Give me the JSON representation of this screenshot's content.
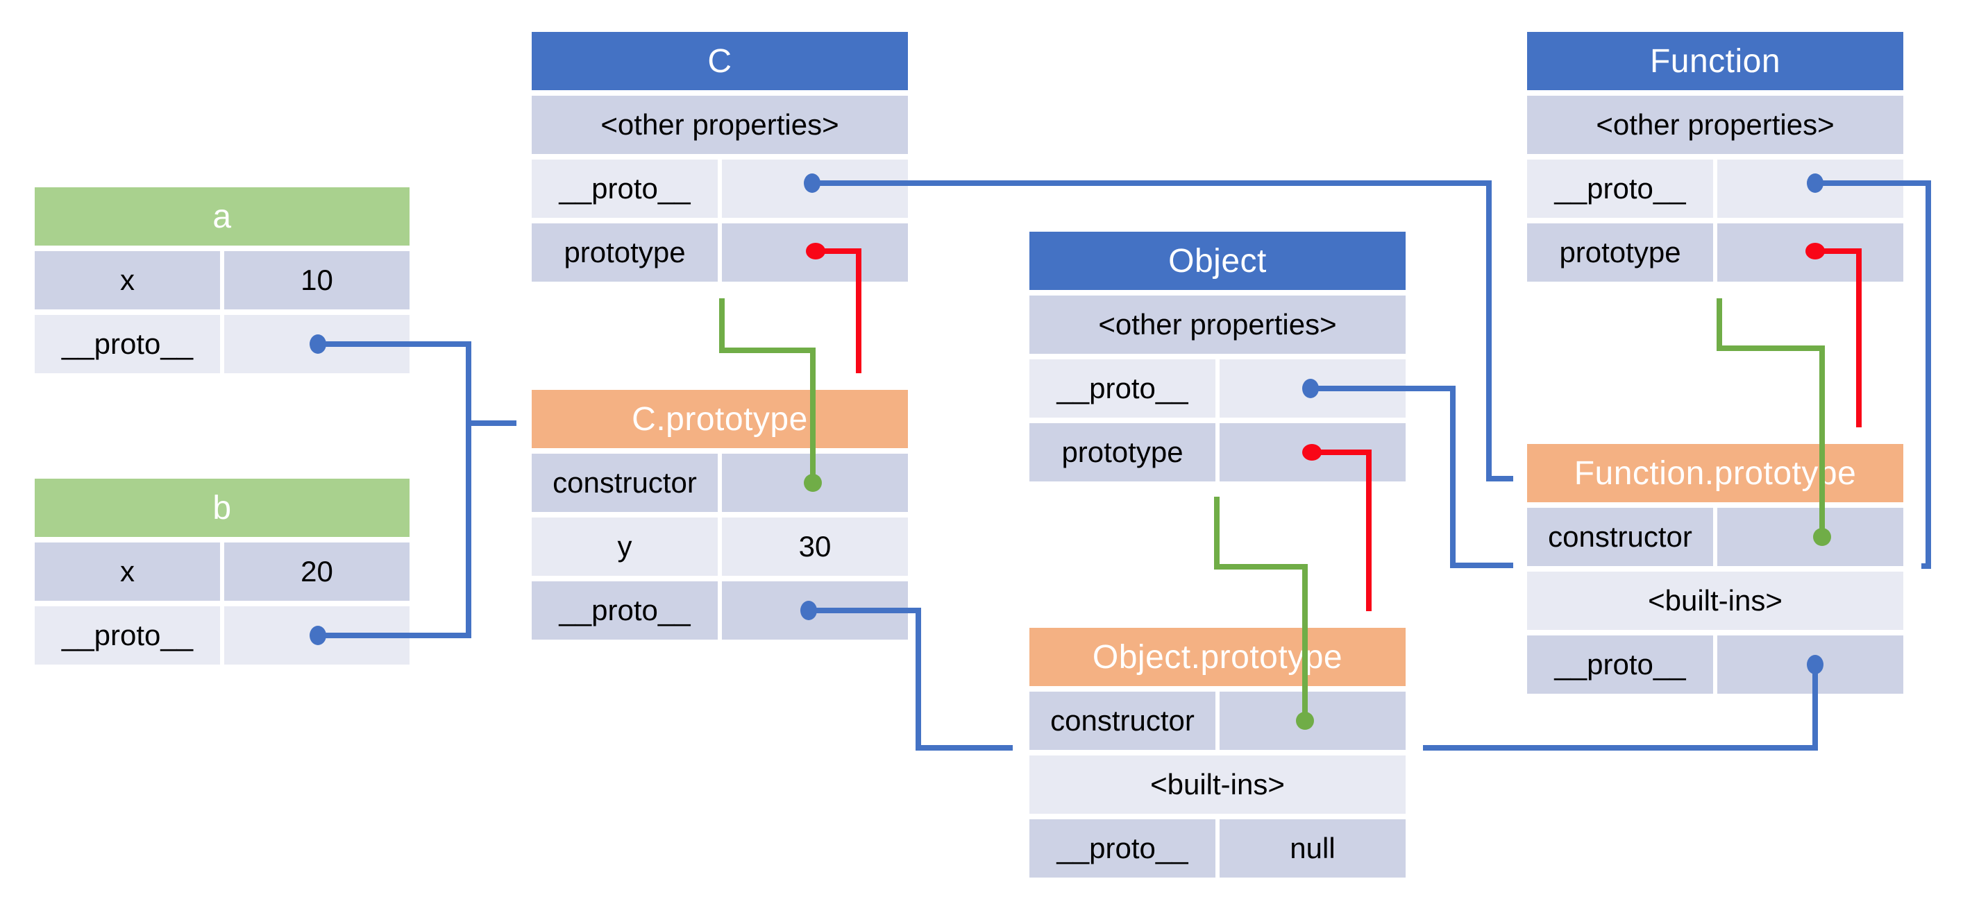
{
  "colors": {
    "header_blue": "#4472C4",
    "header_green": "#A9D18E",
    "header_orange": "#F4B183",
    "row_dark": "#CDD2E5",
    "row_light": "#E8EAF3",
    "arrow_blue": "#4472C4",
    "arrow_red": "#F90617",
    "arrow_green": "#70AD47"
  },
  "tables": {
    "a": {
      "title": "a",
      "rows": [
        {
          "label": "x",
          "value": "10"
        },
        {
          "label": "__proto__",
          "value": ""
        }
      ]
    },
    "b": {
      "title": "b",
      "rows": [
        {
          "label": "x",
          "value": "20"
        },
        {
          "label": "__proto__",
          "value": ""
        }
      ]
    },
    "c": {
      "title": "C",
      "rows": [
        {
          "label": "<other properties>",
          "value": ""
        },
        {
          "label": "__proto__",
          "value": ""
        },
        {
          "label": "prototype",
          "value": ""
        }
      ]
    },
    "c_prototype": {
      "title": "C.prototype",
      "rows": [
        {
          "label": "constructor",
          "value": ""
        },
        {
          "label": "y",
          "value": "30"
        },
        {
          "label": "__proto__",
          "value": ""
        }
      ]
    },
    "object": {
      "title": "Object",
      "rows": [
        {
          "label": "<other properties>",
          "value": ""
        },
        {
          "label": "__proto__",
          "value": ""
        },
        {
          "label": "prototype",
          "value": ""
        }
      ]
    },
    "object_prototype": {
      "title": "Object.prototype",
      "rows": [
        {
          "label": "constructor",
          "value": ""
        },
        {
          "label": "<built-ins>",
          "value": ""
        },
        {
          "label": "__proto__",
          "value": "null"
        }
      ]
    },
    "function": {
      "title": "Function",
      "rows": [
        {
          "label": "<other properties>",
          "value": ""
        },
        {
          "label": "__proto__",
          "value": ""
        },
        {
          "label": "prototype",
          "value": ""
        }
      ]
    },
    "function_prototype": {
      "title": "Function.prototype",
      "rows": [
        {
          "label": "constructor",
          "value": ""
        },
        {
          "label": "<built-ins>",
          "value": ""
        },
        {
          "label": "__proto__",
          "value": ""
        }
      ]
    }
  },
  "edges": [
    {
      "from": "a.__proto__",
      "to": "C.prototype",
      "color": "#4472C4"
    },
    {
      "from": "b.__proto__",
      "to": "C.prototype",
      "color": "#4472C4"
    },
    {
      "from": "C.__proto__",
      "to": "Function.prototype",
      "color": "#4472C4"
    },
    {
      "from": "C.prototype (property)",
      "to": "C.prototype (object)",
      "color": "#F90617"
    },
    {
      "from": "C.prototype.constructor",
      "to": "C",
      "color": "#70AD47"
    },
    {
      "from": "C.prototype.__proto__",
      "to": "Object.prototype",
      "color": "#4472C4"
    },
    {
      "from": "Object.__proto__",
      "to": "Function.prototype",
      "color": "#4472C4"
    },
    {
      "from": "Object.prototype (property)",
      "to": "Object.prototype (object)",
      "color": "#F90617"
    },
    {
      "from": "Object.prototype.constructor",
      "to": "Object",
      "color": "#70AD47"
    },
    {
      "from": "Function.__proto__",
      "to": "Function.prototype",
      "color": "#4472C4"
    },
    {
      "from": "Function.prototype (property)",
      "to": "Function.prototype (object)",
      "color": "#F90617"
    },
    {
      "from": "Function.prototype.constructor",
      "to": "Function",
      "color": "#70AD47"
    },
    {
      "from": "Function.prototype.__proto__",
      "to": "Object.prototype",
      "color": "#4472C4"
    }
  ]
}
